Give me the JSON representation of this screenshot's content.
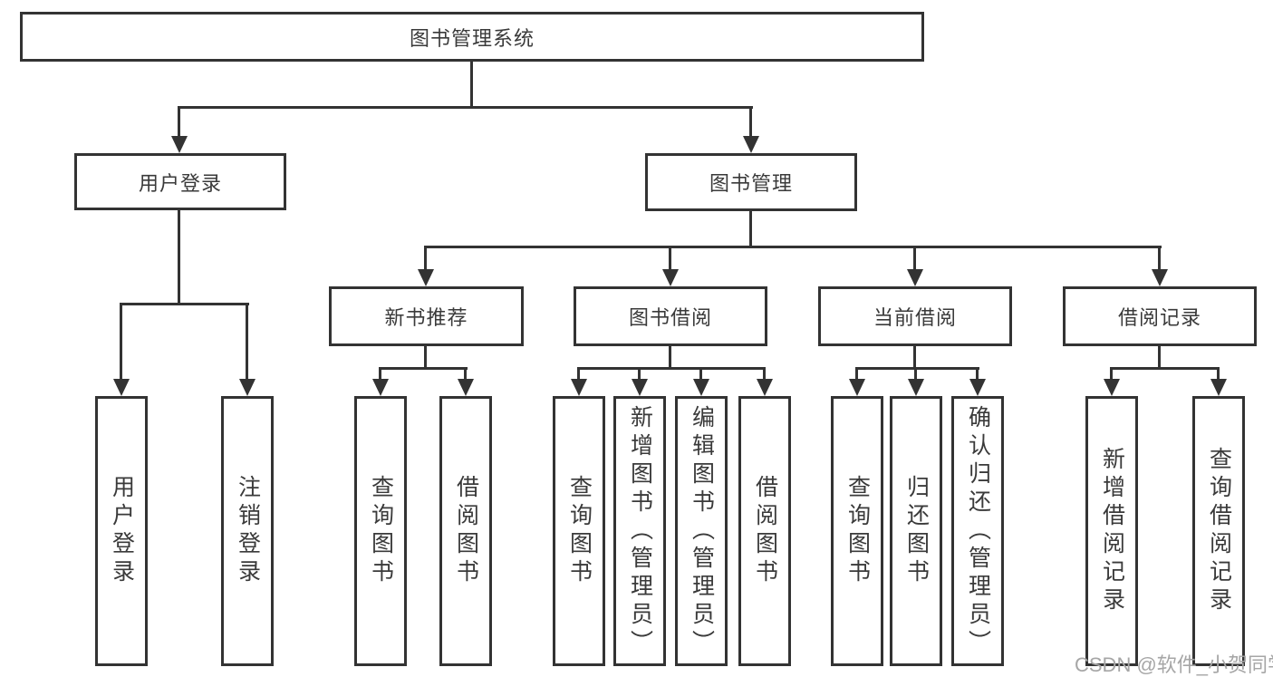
{
  "root": {
    "label": "图书管理系统"
  },
  "level2": [
    {
      "label": "用户登录"
    },
    {
      "label": "图书管理"
    }
  ],
  "level3": [
    {
      "label": "新书推荐"
    },
    {
      "label": "图书借阅"
    },
    {
      "label": "当前借阅"
    },
    {
      "label": "借阅记录"
    }
  ],
  "leaves": [
    {
      "parent": "用户登录",
      "label": "用户登录"
    },
    {
      "parent": "用户登录",
      "label": "注销登录"
    },
    {
      "parent": "新书推荐",
      "label": "查询图书"
    },
    {
      "parent": "新书推荐",
      "label": "借阅图书"
    },
    {
      "parent": "图书借阅",
      "label": "查询图书"
    },
    {
      "parent": "图书借阅",
      "label": "新增图书（管理员）"
    },
    {
      "parent": "图书借阅",
      "label": "编辑图书（管理员）"
    },
    {
      "parent": "图书借阅",
      "label": "借阅图书"
    },
    {
      "parent": "当前借阅",
      "label": "查询图书"
    },
    {
      "parent": "当前借阅",
      "label": "归还图书"
    },
    {
      "parent": "当前借阅",
      "label": "确认归还（管理员）"
    },
    {
      "parent": "借阅记录",
      "label": "新增借阅记录"
    },
    {
      "parent": "借阅记录",
      "label": "查询借阅记录"
    }
  ],
  "watermark": {
    "text": "CSDN @软件_小贺同学"
  },
  "colors": {
    "line": "#333333",
    "text": "#3a3a3a",
    "bg": "#ffffff",
    "watermark": "#a6a6a6"
  }
}
